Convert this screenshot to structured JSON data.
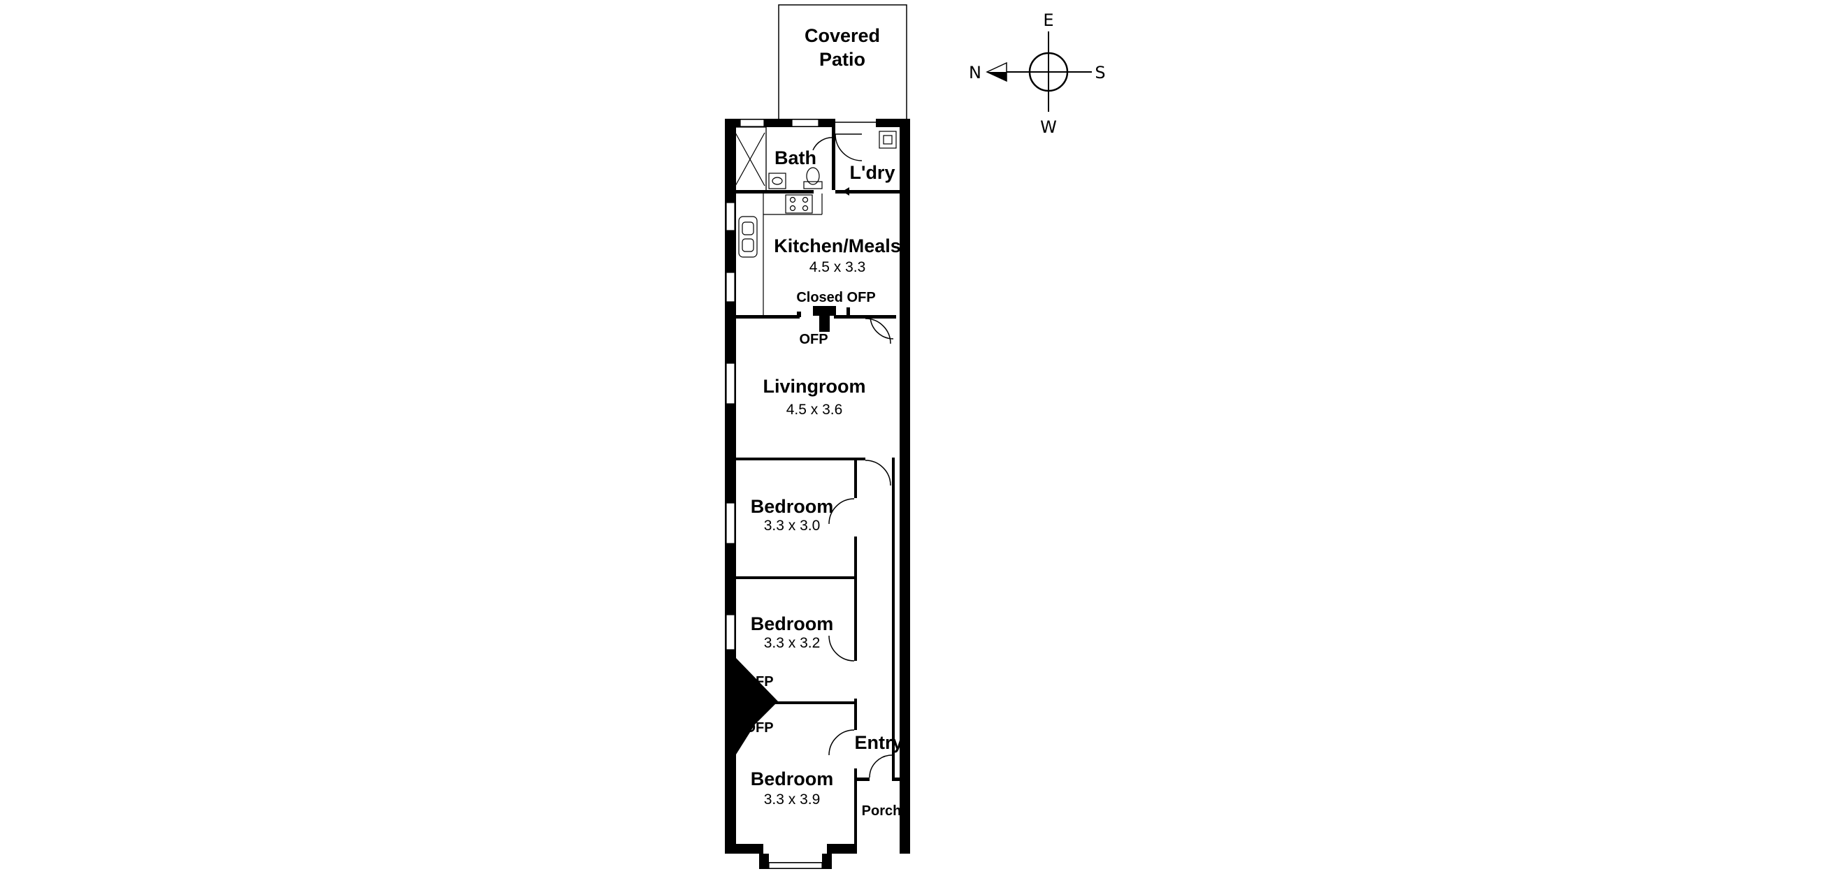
{
  "rooms": {
    "covered_patio": {
      "line1": "Covered",
      "line2": "Patio"
    },
    "bath": "Bath",
    "laundry": "L'dry",
    "kitchen": {
      "name": "Kitchen/Meals",
      "dim": "4.5 x 3.3"
    },
    "closed_ofp": "Closed OFP",
    "living_ofp": "OFP",
    "living": {
      "name": "Livingroom",
      "dim": "4.5 x 3.6"
    },
    "bedroom1": {
      "name": "Bedroom",
      "dim": "3.3 x 3.0"
    },
    "bedroom2": {
      "name": "Bedroom",
      "dim": "3.3 x 3.2"
    },
    "ofp_upper": "OFP",
    "ofp_lower": "OFP",
    "bedroom3": {
      "name": "Bedroom",
      "dim": "3.3 x 3.9"
    },
    "entry": "Entry",
    "porch": "Porch"
  },
  "compass": {
    "north": "N",
    "east": "E",
    "south": "S",
    "west": "W"
  }
}
